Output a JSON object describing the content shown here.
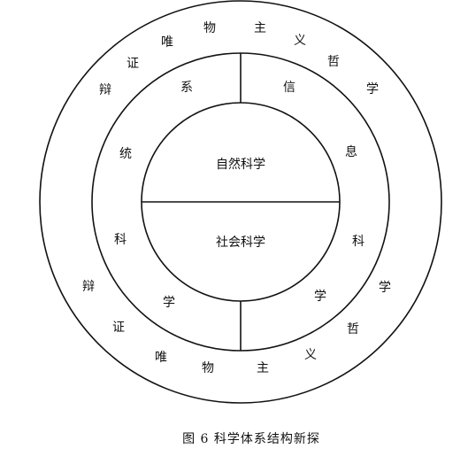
{
  "diagram": {
    "outer_ring_top": [
      "唯",
      "物",
      "主",
      "义"
    ],
    "outer_ring_left_top": [
      "证",
      "辩"
    ],
    "outer_ring_right_top": [
      "哲",
      "学"
    ],
    "outer_ring_left_bottom": [
      "辩",
      "证"
    ],
    "outer_ring_bottom": [
      "唯",
      "物",
      "主",
      "义"
    ],
    "outer_ring_right_bottom": [
      "学",
      "哲"
    ],
    "middle_ring_left": [
      "系",
      "统",
      "科",
      "学"
    ],
    "middle_ring_right": [
      "信",
      "息",
      "科",
      "学"
    ],
    "inner_top": "自然科学",
    "inner_bottom": "社会科学"
  },
  "caption": "图 6 科学体系结构新探"
}
